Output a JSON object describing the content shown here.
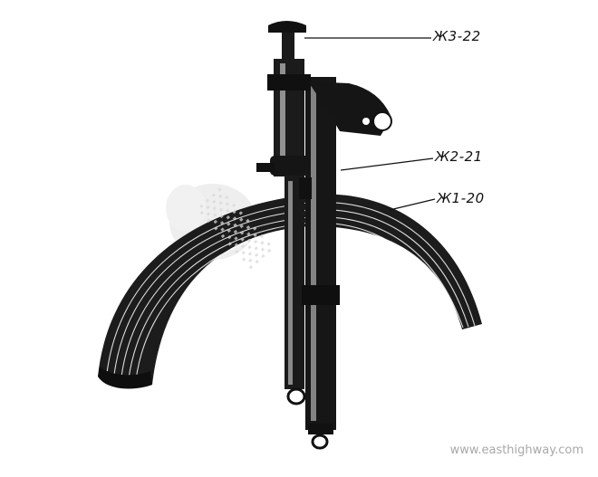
{
  "callouts": {
    "cap": "Ж3-22",
    "bracket": "Ж2-21",
    "fender": "Ж1-20"
  },
  "watermark": {
    "url": "www.easthighway.com"
  },
  "colors": {
    "ink": "#111111",
    "paper": "#ffffff",
    "watermark": "#a8a8a8"
  }
}
